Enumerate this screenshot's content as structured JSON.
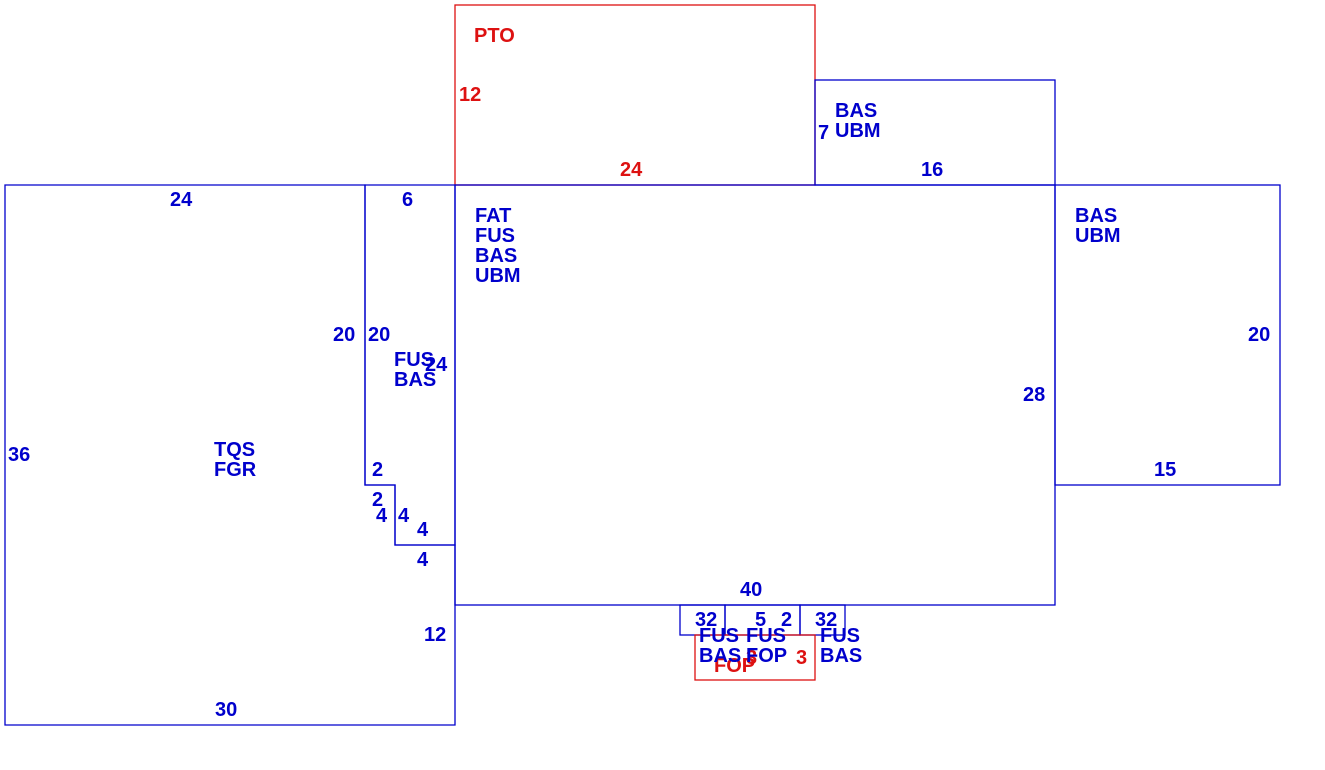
{
  "colors": {
    "blue": "#0000cc",
    "red": "#dd1111"
  },
  "areas": {
    "pto": {
      "code": "PTO",
      "dim_height": "12",
      "dim_width": "24"
    },
    "bas_top": {
      "code1": "BAS",
      "code2": "UBM",
      "dim_height": "7",
      "dim_width": "16"
    },
    "main": {
      "code1": "FAT",
      "code2": "FUS",
      "code3": "BAS",
      "code4": "UBM",
      "dim_right": "28",
      "dim_bottom": "40"
    },
    "bas_right": {
      "code1": "BAS",
      "code2": "UBM",
      "dim_height": "20",
      "dim_width": "15"
    },
    "garage": {
      "code1": "TQS",
      "code2": "FGR",
      "dim_top": "24",
      "dim_left": "36",
      "dim_bottom": "30",
      "dim_inner": "20",
      "dim_right_lower": "12"
    },
    "strip": {
      "code1": "FUS",
      "code2": "BAS",
      "dim_top": "6",
      "dim_left": "20",
      "dim_right": "24",
      "step_a": "2",
      "step_b": "2",
      "step_c": "4",
      "step_d": "4",
      "step_e": "4",
      "step_f": "4"
    },
    "bottom_bays": {
      "left": {
        "dim": "32",
        "code1": "FUS",
        "code2": "BAS"
      },
      "middle": {
        "dim_a": "5",
        "dim_b": "2",
        "code1": "FUS",
        "code2": "FOP"
      },
      "right": {
        "dim": "32",
        "code1": "FUS",
        "code2": "BAS"
      }
    },
    "fop": {
      "code": "FOP",
      "dim_a": "3",
      "dim_b": "3"
    }
  }
}
